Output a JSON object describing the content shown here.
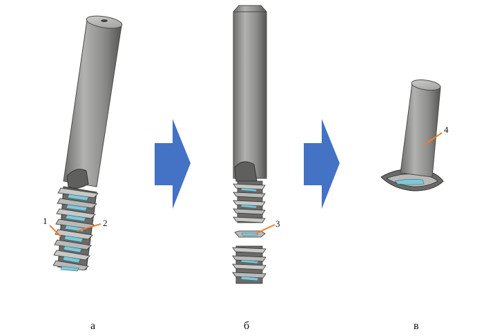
{
  "callouts": {
    "c1": "1",
    "c2": "2",
    "c3": "3",
    "c4": "4"
  },
  "captions": {
    "a": "а",
    "b": "б",
    "c": "в"
  },
  "colors": {
    "arrow": "#4472c4",
    "leader": "#ed7d31",
    "tool": "#9a9a98",
    "tool_dark": "#5d5d5b",
    "chip": "#7fc8d8"
  }
}
